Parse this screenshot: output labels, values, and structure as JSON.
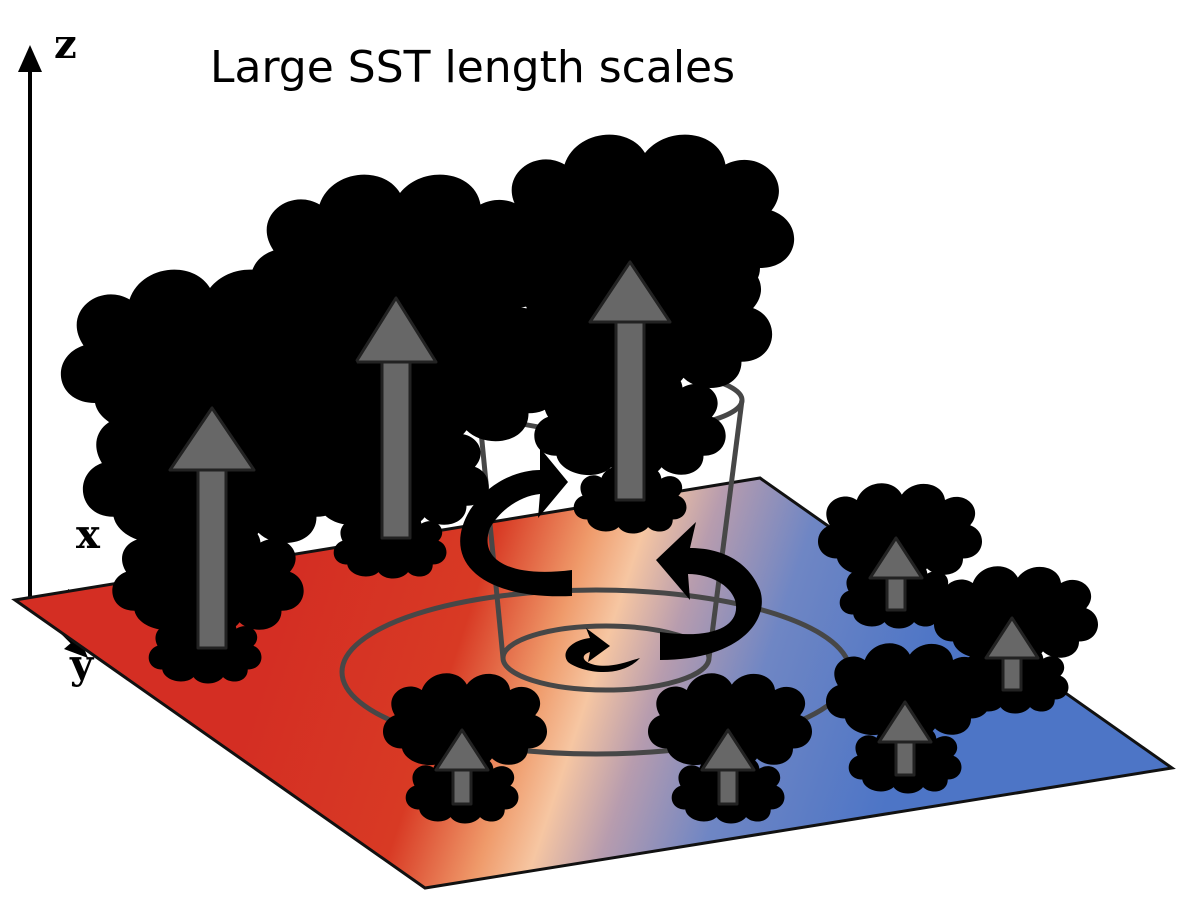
{
  "title": "Large SST length scales",
  "axes": {
    "z": "z",
    "x": "x",
    "y": "y"
  },
  "colors": {
    "warm_sst": "#d42e23",
    "peak_sst": "#f6c6a2",
    "cool_sst": "#4d75c6",
    "cloud_fill": "#cfcfcf",
    "updraft_arrow": "#676767",
    "vortex_outline": "#474747"
  },
  "icons": [
    "sst-plane",
    "deep-convective-cloud",
    "shallow-cumulus-cloud",
    "updraft-arrow",
    "vortex-funnel",
    "rotation-arrow"
  ]
}
